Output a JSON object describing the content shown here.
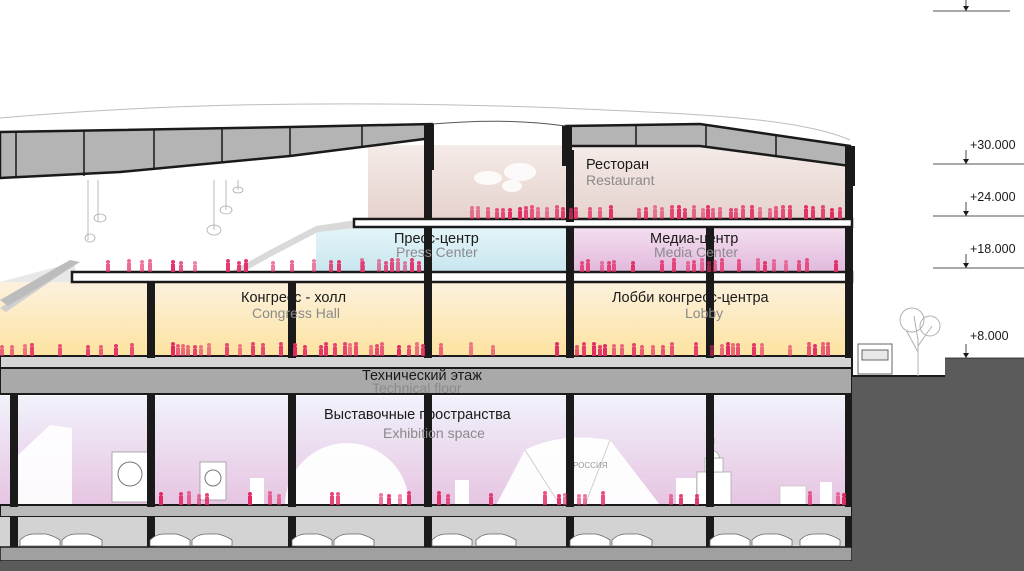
{
  "spaces": [
    {
      "id": "restaurant",
      "ru": "Ресторан",
      "en": "Restaurant"
    },
    {
      "id": "press",
      "ru": "Пресс-центр",
      "en": "Press Center"
    },
    {
      "id": "media",
      "ru": "Медиа-центр",
      "en": "Media Center"
    },
    {
      "id": "congress",
      "ru": "Конгресс - холл",
      "en": "Congress Hall"
    },
    {
      "id": "lobby",
      "ru": "Лобби конгресс-центра",
      "en": "Lobby"
    },
    {
      "id": "technical",
      "ru": "Технический этаж",
      "en": "Technical floor"
    },
    {
      "id": "exhibition",
      "ru": "Выставочные пространства",
      "en": "Exhibition space"
    }
  ],
  "levels": [
    "+30.000",
    "+24.000",
    "+18.000",
    "+8.000"
  ],
  "signage": "РОССИЯ",
  "colors": {
    "restaurant": "#ecdcd6",
    "press": "#d4ecf2",
    "media": "#e9c4e4",
    "congress_top": "#fbeed2",
    "congress_bottom": "#fde6a4",
    "exhibition_top": "#eef0fa",
    "exhibition_bottom": "#e9c8e4",
    "people": "#e32a64",
    "structure": "#1a1a1a",
    "slab": "#a9a9a9",
    "ground": "#5b5b5b"
  }
}
